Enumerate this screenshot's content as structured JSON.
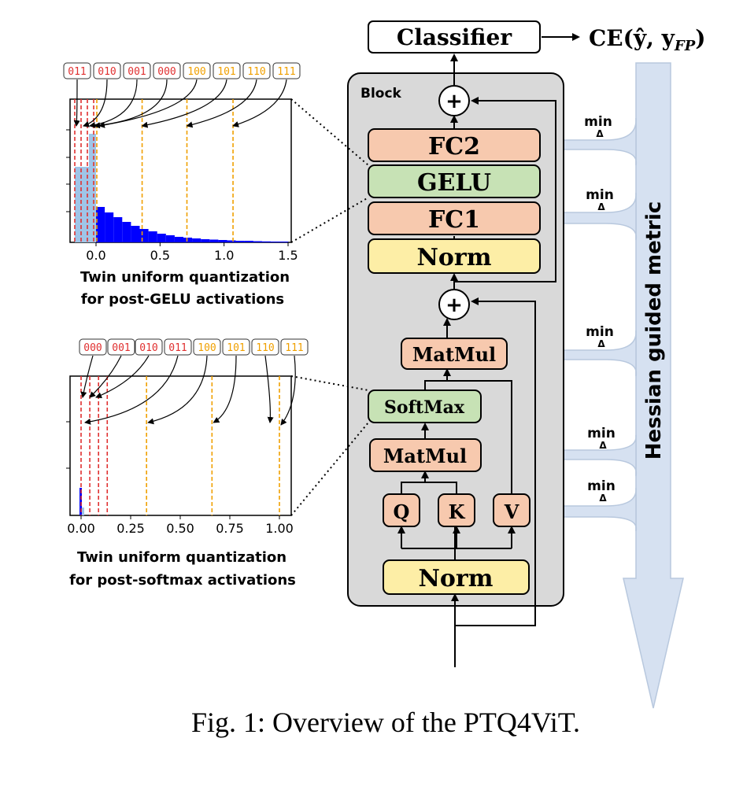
{
  "caption": "Fig. 1: Overview of the PTQ4ViT.",
  "block_label": "Block",
  "classifier_label": "Classifier",
  "ce_label": "CE(ŷ, y",
  "ce_sub": "FP",
  "ce_close": ")",
  "hessian_label": "Hessian guided metric",
  "min_label": "min",
  "delta_label": "Δ",
  "plus_label": "+",
  "blocks": {
    "fc2": "FC2",
    "gelu": "GELU",
    "fc1": "FC1",
    "norm_top": "Norm",
    "matmul_top": "MatMul",
    "softmax": "SoftMax",
    "matmul_bottom": "MatMul",
    "q": "Q",
    "k": "K",
    "v": "V",
    "norm_bottom": "Norm"
  },
  "colors": {
    "orange_box": "#f7c9ae",
    "green_box": "#c7e2b5",
    "yellow_box": "#fdeea6",
    "block_bg": "#d9d9d9",
    "hessian_arrow": "#d6e1f1",
    "hist_bar": "#0000ff",
    "hist_light": "#9fc5e8",
    "red_line": "#e03030",
    "orange_line": "#f0a000"
  },
  "gelu_hist": {
    "caption_line1": "Twin uniform quantization",
    "caption_line2": "for post-GELU activations",
    "codes": [
      "011",
      "010",
      "001",
      "000",
      "100",
      "101",
      "110",
      "111"
    ],
    "code_colors": [
      "red",
      "red",
      "red",
      "red",
      "orange",
      "orange",
      "orange",
      "orange"
    ],
    "ticks": [
      "0.0",
      "0.5",
      "1.0",
      "1.5"
    ],
    "tick_values": [
      0,
      0.5,
      1.0,
      1.5
    ]
  },
  "softmax_hist": {
    "caption_line1": "Twin uniform quantization",
    "caption_line2": "for post-softmax activations",
    "codes": [
      "000",
      "001",
      "010",
      "011",
      "100",
      "101",
      "110",
      "111"
    ],
    "code_colors": [
      "red",
      "red",
      "red",
      "red",
      "orange",
      "orange",
      "orange",
      "orange"
    ],
    "ticks": [
      "0.00",
      "0.25",
      "0.50",
      "0.75",
      "1.00"
    ],
    "tick_values": [
      0,
      0.25,
      0.5,
      0.75,
      1.0
    ]
  }
}
